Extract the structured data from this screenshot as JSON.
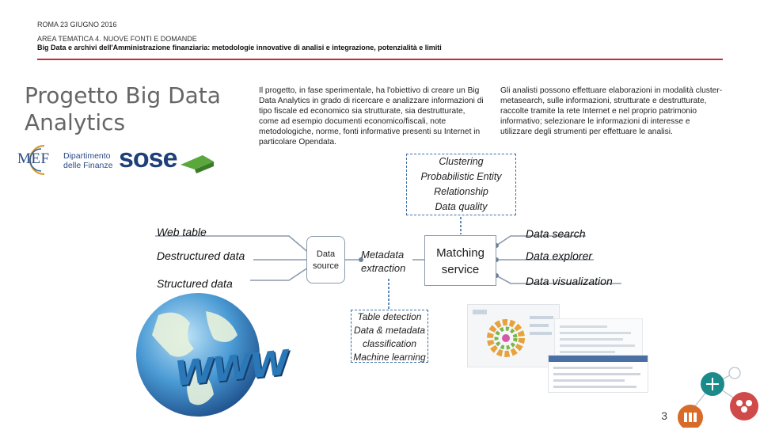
{
  "header": {
    "date": "ROMA 23 GIUGNO 2016",
    "area": "AREA TEMATICA 4. NUOVE FONTI E DOMANDE",
    "subtitle": "Big Data e archivi dell'Amministrazione finanziaria: metodologie innovative di analisi e integrazione, potenzialità e limiti"
  },
  "title": "Progetto Big Data Analytics",
  "logos": {
    "mef_letters": "MEF",
    "mef_text_1": "Dipartimento",
    "mef_text_2": "delle Finanze",
    "sose": "sose"
  },
  "paragraphs": {
    "left": "Il progetto, in fase sperimentale, ha l'obiettivo di creare un Big Data Analytics in grado di ricercare e analizzare informazioni di tipo fiscale ed economico sia strutturate, sia destrutturate, come ad esempio documenti economico/fiscali, note metodologiche, norme, fonti informative presenti su Internet in particolare Opendata.",
    "right": "Gli analisti possono effettuare elaborazioni in modalità cluster-metasearch, sulle informazioni, strutturate e destrutturate, raccolte tramite la rete Internet e nel proprio patrimonio informativo; selezionare le informazioni di interesse e utilizzare degli strumenti per effettuare le analisi."
  },
  "diagram": {
    "top_box": [
      "Clustering",
      "Probabilistic Entity",
      "Relationship",
      "Data quality"
    ],
    "sources": [
      "Web table",
      "Destructured data",
      "Structured data"
    ],
    "data_source": [
      "Data",
      "source"
    ],
    "metadata": [
      "Metadata",
      "extraction"
    ],
    "matching": [
      "Matching",
      "service"
    ],
    "outputs": [
      "Data search",
      "Data explorer",
      "Data visualization"
    ],
    "bottom_box": [
      "Table detection",
      "Data & metadata",
      "classification",
      "Machine learning"
    ]
  },
  "www_label": "WWW",
  "page_number": "3",
  "colors": {
    "accent_red": "#c0303a",
    "connector": "#8a9aad",
    "dash_blue": "#3a6ea5",
    "sose_blue": "#1d3f7a",
    "sose_green": "#5aa83c",
    "teal_icon": "#1a8a8a",
    "red_icon": "#d04a4a"
  }
}
